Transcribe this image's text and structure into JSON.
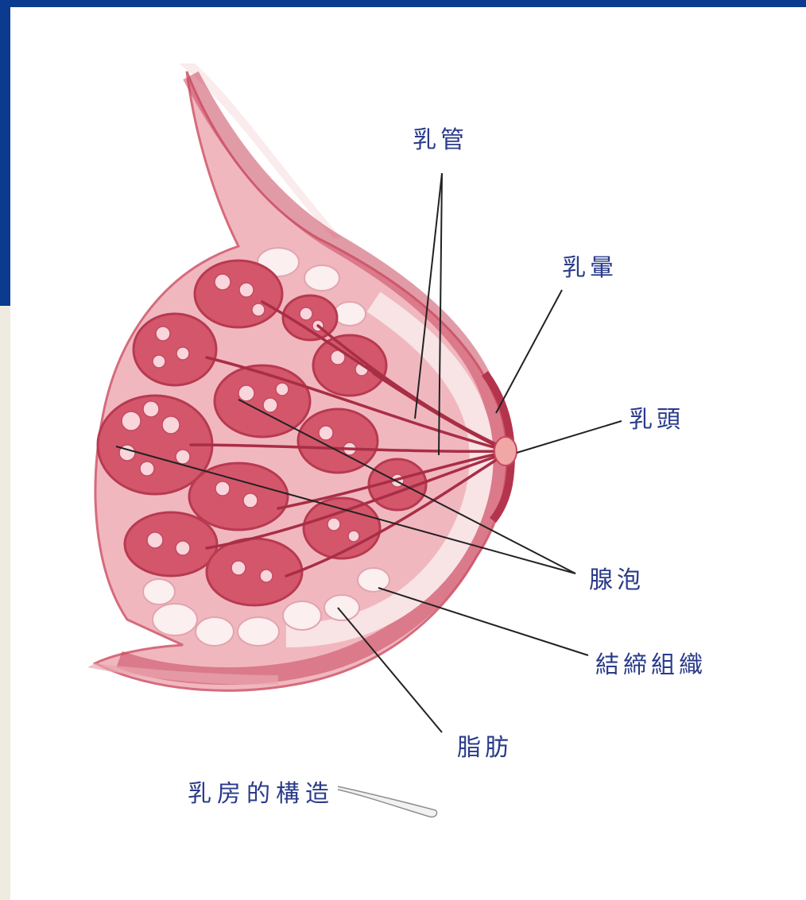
{
  "colors": {
    "frame_blue": "#0b3a8e",
    "side_strip": "#eeece0",
    "label_text": "#2a3b8a",
    "tissue_dark": "#c9485f",
    "tissue_mid": "#e07c8c",
    "tissue_light": "#f6d4d8",
    "leader_line": "#222222"
  },
  "labels": {
    "milk_ducts": "乳管",
    "areola": "乳暈",
    "nipple": "乳頭",
    "alveoli": "腺泡",
    "connective_tissue": "結締組織",
    "fat": "脂肪"
  },
  "caption": "乳房的構造"
}
